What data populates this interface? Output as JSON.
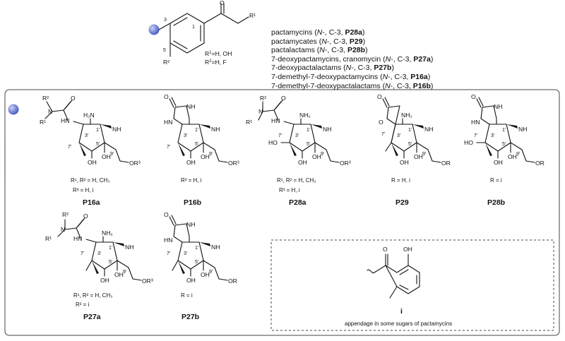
{
  "header": {
    "substituents": [
      {
        "text": "R",
        "sup": "1",
        "tail": "=H, OH"
      },
      {
        "text": "R",
        "sup": "2",
        "tail": "=H, F"
      }
    ],
    "ring_positions": [
      "1",
      "3",
      "5"
    ]
  },
  "families": [
    {
      "pre": "pactamycins (",
      "it": "N",
      "mid": "-, C-3, ",
      "code": "P28a",
      "post": ")"
    },
    {
      "pre": "pactamycates (",
      "it": "N",
      "mid": "-, C-3, ",
      "code": "P29",
      "post": ")"
    },
    {
      "pre": "pactalactams (",
      "it": "N",
      "mid": "-, C-3, ",
      "code": "P28b",
      "post": ")"
    },
    {
      "pre": "7-deoxypactamycins, cranomycin (",
      "it": "N",
      "mid": "-, C-3, ",
      "code": "P27a",
      "post": ")"
    },
    {
      "pre": "7-deoxypactalactams (",
      "it": "N",
      "mid": "-, C-3, ",
      "code": "P27b",
      "post": ")"
    },
    {
      "pre": "7-demethyl-7-deoxypactamycins (",
      "it": "N",
      "mid": "-, C-3, ",
      "code": "P16a",
      "post": ")"
    },
    {
      "pre": "7-demethyl-7-deoxypactalactams (",
      "it": "N",
      "mid": "-, C-3, ",
      "code": "P16b",
      "post": ")"
    }
  ],
  "atoms": {
    "O": "O",
    "N": "N",
    "NH": "NH",
    "HN": "HN",
    "H2N": "H₂N",
    "NH2": "NH₂",
    "OH": "OH",
    "HO": "HO",
    "R1": "R¹",
    "R2": "R²",
    "OR3": "OR³",
    "OR": "OR"
  },
  "locants": [
    "1'",
    "3'",
    "5'",
    "7'",
    "9'"
  ],
  "compounds": [
    {
      "code": "P16a",
      "notes": [
        "R¹, R² = H, CH₃",
        "R³ = H, i"
      ]
    },
    {
      "code": "P16b",
      "notes": [
        "R³ = H, i"
      ]
    },
    {
      "code": "P28a",
      "notes": [
        "R¹, R² = H, CH₃",
        "R³ = H, i"
      ]
    },
    {
      "code": "P29",
      "notes": [
        "R = H, i"
      ]
    },
    {
      "code": "P28b",
      "notes": [
        "R = i"
      ]
    },
    {
      "code": "P27a",
      "notes": [
        "R¹, R² = H, CH₃",
        "R³ = i"
      ]
    },
    {
      "code": "P27b",
      "notes": [
        "R = i"
      ]
    }
  ],
  "appendage": {
    "code": "i",
    "atom": "OH",
    "caption": "appendage in some sugars of pactamycins"
  },
  "colors": {
    "sphere": "#4a5fc4",
    "sphere_highlight": "#c9d0f7",
    "border": "#444444"
  }
}
